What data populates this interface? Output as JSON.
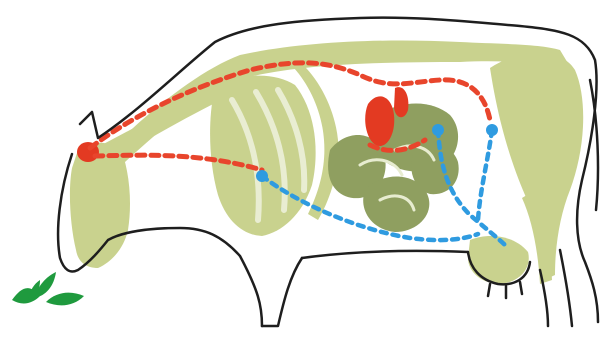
{
  "diagram": {
    "subject": "cow-anatomy-illustration",
    "colors": {
      "background": "#ffffff",
      "outline": "#1e1e1e",
      "body_fill": "#c9d28e",
      "body_dark": "#9aa968",
      "stomach": "#8f9f60",
      "stomach_light": "#e7ecd0",
      "red_vessel": "#e8452c",
      "red_organ": "#e33a22",
      "blue_vessel": "#2f9be0",
      "grass": "#1f9a3e"
    },
    "parts": [
      "outline",
      "spine-band",
      "head",
      "ribcage",
      "stomach",
      "hindquarter",
      "udder",
      "red-path",
      "blue-path",
      "grass"
    ]
  }
}
